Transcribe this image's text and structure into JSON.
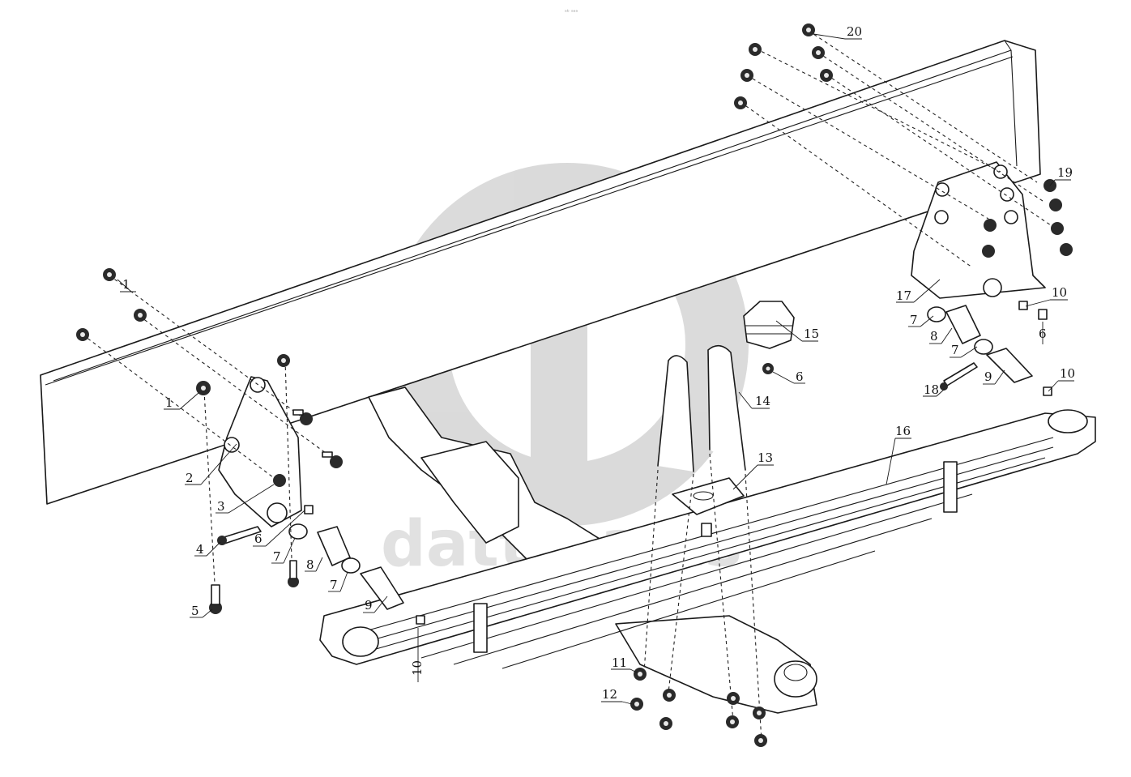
{
  "header": {
    "caption": "ᵃᵇ ᵃᵃᵃ"
  },
  "watermark": {
    "text": "datt-parts",
    "color": "#c9c9c9"
  },
  "callouts": [
    {
      "id": "c1a",
      "text": "1"
    },
    {
      "id": "c1b",
      "text": "1"
    },
    {
      "id": "c2",
      "text": "2"
    },
    {
      "id": "c3",
      "text": "3"
    },
    {
      "id": "c4",
      "text": "4"
    },
    {
      "id": "c5",
      "text": "5"
    },
    {
      "id": "c6a",
      "text": "6"
    },
    {
      "id": "c7a",
      "text": "7"
    },
    {
      "id": "c8a",
      "text": "8"
    },
    {
      "id": "c7b",
      "text": "7"
    },
    {
      "id": "c9a",
      "text": "9"
    },
    {
      "id": "c10a",
      "text": "10"
    },
    {
      "id": "c11",
      "text": "11"
    },
    {
      "id": "c12",
      "text": "12"
    },
    {
      "id": "c13",
      "text": "13"
    },
    {
      "id": "c14",
      "text": "14"
    },
    {
      "id": "c15",
      "text": "15"
    },
    {
      "id": "c6b",
      "text": "6"
    },
    {
      "id": "c16",
      "text": "16"
    },
    {
      "id": "c17",
      "text": "17"
    },
    {
      "id": "c7c",
      "text": "7"
    },
    {
      "id": "c8b",
      "text": "8"
    },
    {
      "id": "c7d",
      "text": "7"
    },
    {
      "id": "c9b",
      "text": "9"
    },
    {
      "id": "c18",
      "text": "18"
    },
    {
      "id": "c10b",
      "text": "10"
    },
    {
      "id": "c6c",
      "text": "6"
    },
    {
      "id": "c10c",
      "text": "10"
    },
    {
      "id": "c19",
      "text": "19"
    },
    {
      "id": "c20",
      "text": "20"
    }
  ]
}
